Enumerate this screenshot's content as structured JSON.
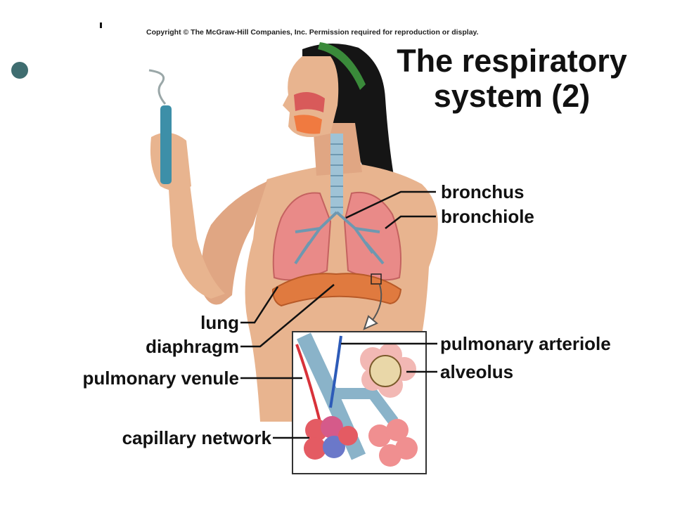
{
  "copyright": "Copyright © The McGraw-Hill Companies, Inc. Permission required for reproduction or display.",
  "title_line1": "The respiratory",
  "title_line2": "system (2)",
  "labels": {
    "bronchus": "bronchus",
    "bronchiole": "bronchiole",
    "lung": "lung",
    "diaphragm": "diaphragm",
    "pulmonary_arteriole": "pulmonary arteriole",
    "alveolus": "alveolus",
    "pulmonary_venule": "pulmonary venule",
    "capillary_network": "capillary network"
  },
  "colors": {
    "bullet": "#3f6d70",
    "skin": "#e8b48f",
    "lung": "#e98a88",
    "diaphragm": "#e07a3f",
    "hair": "#151515",
    "headband": "#3a8a3a",
    "bronchi": "#9fc3d6",
    "artery": "#d8323a",
    "vein": "#2d5bb8"
  }
}
